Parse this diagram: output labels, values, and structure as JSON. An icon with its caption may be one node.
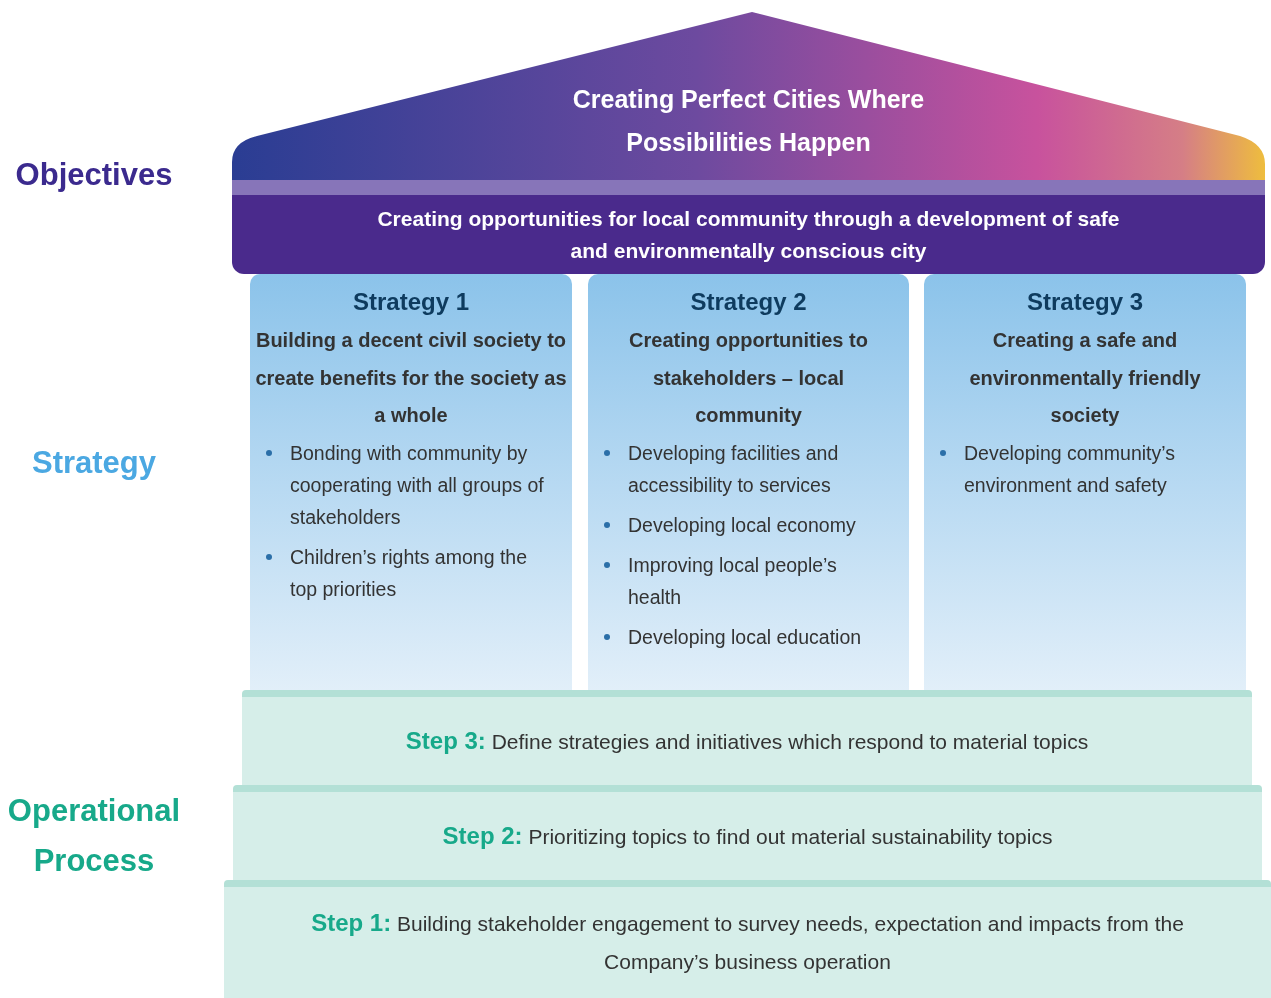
{
  "diagram": {
    "nodes": [
      {
        "text": [
          "Creating Perfect Cities Where Possibilities Happen"
        ]
      },
      {
        "text": [
          "Creating opportunities for local community through a development of safe and environmentally conscious city"
        ]
      },
      {
        "text": [
          "Strategy 1",
          "Building a decent civil society to create benefits for the society as a whole",
          "Bonding with community by cooperating with all groups of stakeholders",
          "Children’s rights among the top priorities"
        ]
      },
      {
        "text": [
          "Strategy 2",
          "Creating opportunities to stakeholders – local community",
          "Developing facilities and accessibility to services",
          "Developing local economy",
          "Improving local people’s health",
          "Developing local education"
        ]
      },
      {
        "text": [
          "Strategy 3",
          "Creating a safe and environmentally friendly society",
          "Developing community’s environment and safety"
        ]
      },
      {
        "text": [
          "**Step 3:** Define strategies and initiatives which respond to material topics"
        ]
      },
      {
        "text": [
          "**Step 2:** Prioritizing topics to find out material sustainability topics"
        ]
      },
      {
        "text": [
          "**Step 1:** Building stakeholder engagement to survey needs, expectation and impacts from the Company’s business operation"
        ]
      }
    ],
    "edges": [],
    "labels": [
      "Objectives",
      "Strategy",
      "Operational Process"
    ]
  }
}
